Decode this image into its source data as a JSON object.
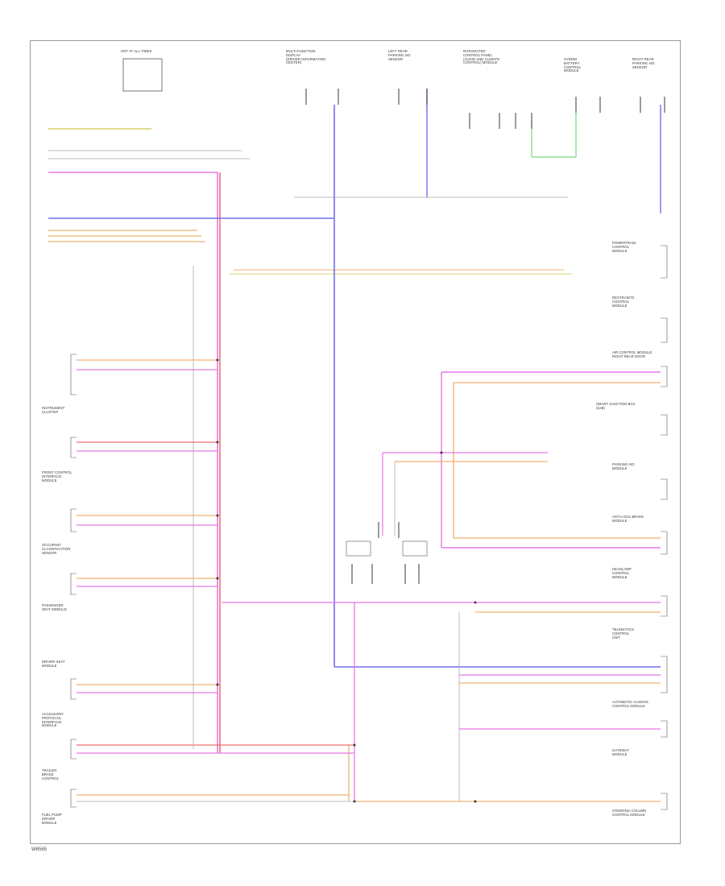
{
  "footer": {
    "code": "W6565"
  },
  "colors": {
    "pink": "#e878e8",
    "red": "#f07070",
    "blue": "#7070e8",
    "orange": "#f0b070",
    "green": "#78d878",
    "yellow": "#d8d070",
    "gray": "#9a9a9a",
    "dark": "#3a3a3a"
  },
  "blocks": [
    {
      "id": "top-left-box",
      "label": "HOT AT ALL TIMES"
    },
    {
      "id": "top-mid-1",
      "label": "MULTI-FUNCTION\nDISPLAY\n(DRIVER INFORMATION\nCENTER)"
    },
    {
      "id": "top-mid-2",
      "label": "LEFT REAR\nPARKING AID\nSENSOR"
    },
    {
      "id": "top-right-1",
      "label": "INTEGRATED\nCONTROL PANEL\n(AUDIO AND CLIMATE\nCONTROL) MODULE"
    },
    {
      "id": "top-right-2",
      "label": "HYBRID\nBATTERY\nCONTROL\nMODULE"
    },
    {
      "id": "top-right-3",
      "label": "RIGHT REAR\nPARKING AID\nSENSOR"
    },
    {
      "id": "right-1",
      "label": "POWERTRAIN\nCONTROL\nMODULE"
    },
    {
      "id": "right-2",
      "label": "RESTRAINTS\nCONTROL\nMODULE"
    },
    {
      "id": "right-3",
      "label": "AIR CONTROL MODULE\nRIGHT REAR DOOR"
    },
    {
      "id": "right-4",
      "label": "SMART JUNCTION BOX\n(SJB)"
    },
    {
      "id": "right-5",
      "label": "PARKING AID\nMODULE"
    },
    {
      "id": "right-6",
      "label": "ANTI-LOCK BRAKE\nMODULE"
    },
    {
      "id": "right-7",
      "label": "HEADLAMP\nCONTROL\nMODULE"
    },
    {
      "id": "right-8",
      "label": "TELEMATICS\nCONTROL\nUNIT"
    },
    {
      "id": "right-9",
      "label": "AUTOMATIC CLIMATE\nCONTROL MODULE"
    },
    {
      "id": "right-10",
      "label": "GATEWAY\nMODULE"
    },
    {
      "id": "right-11",
      "label": "STEERING COLUMN\nCONTROL MODULE"
    },
    {
      "id": "left-1",
      "label": "INSTRUMENT\nCLUSTER"
    },
    {
      "id": "left-2",
      "label": "FRONT CONTROL\nINTERFACE\nMODULE"
    },
    {
      "id": "left-3",
      "label": "OCCUPANT\nCLASSIFICATION\nSENSOR"
    },
    {
      "id": "left-4",
      "label": "PASSENGER\nSEAT MODULE"
    },
    {
      "id": "left-5",
      "label": "DRIVER SEAT\nMODULE"
    },
    {
      "id": "left-6",
      "label": "ACCESSORY\nPROTOCOL\nINTERFACE\nMODULE"
    },
    {
      "id": "left-7",
      "label": "TRAILER\nBRAKE\nCONTROL"
    },
    {
      "id": "left-8",
      "label": "FUEL PUMP\nDRIVER\nMODULE"
    }
  ]
}
